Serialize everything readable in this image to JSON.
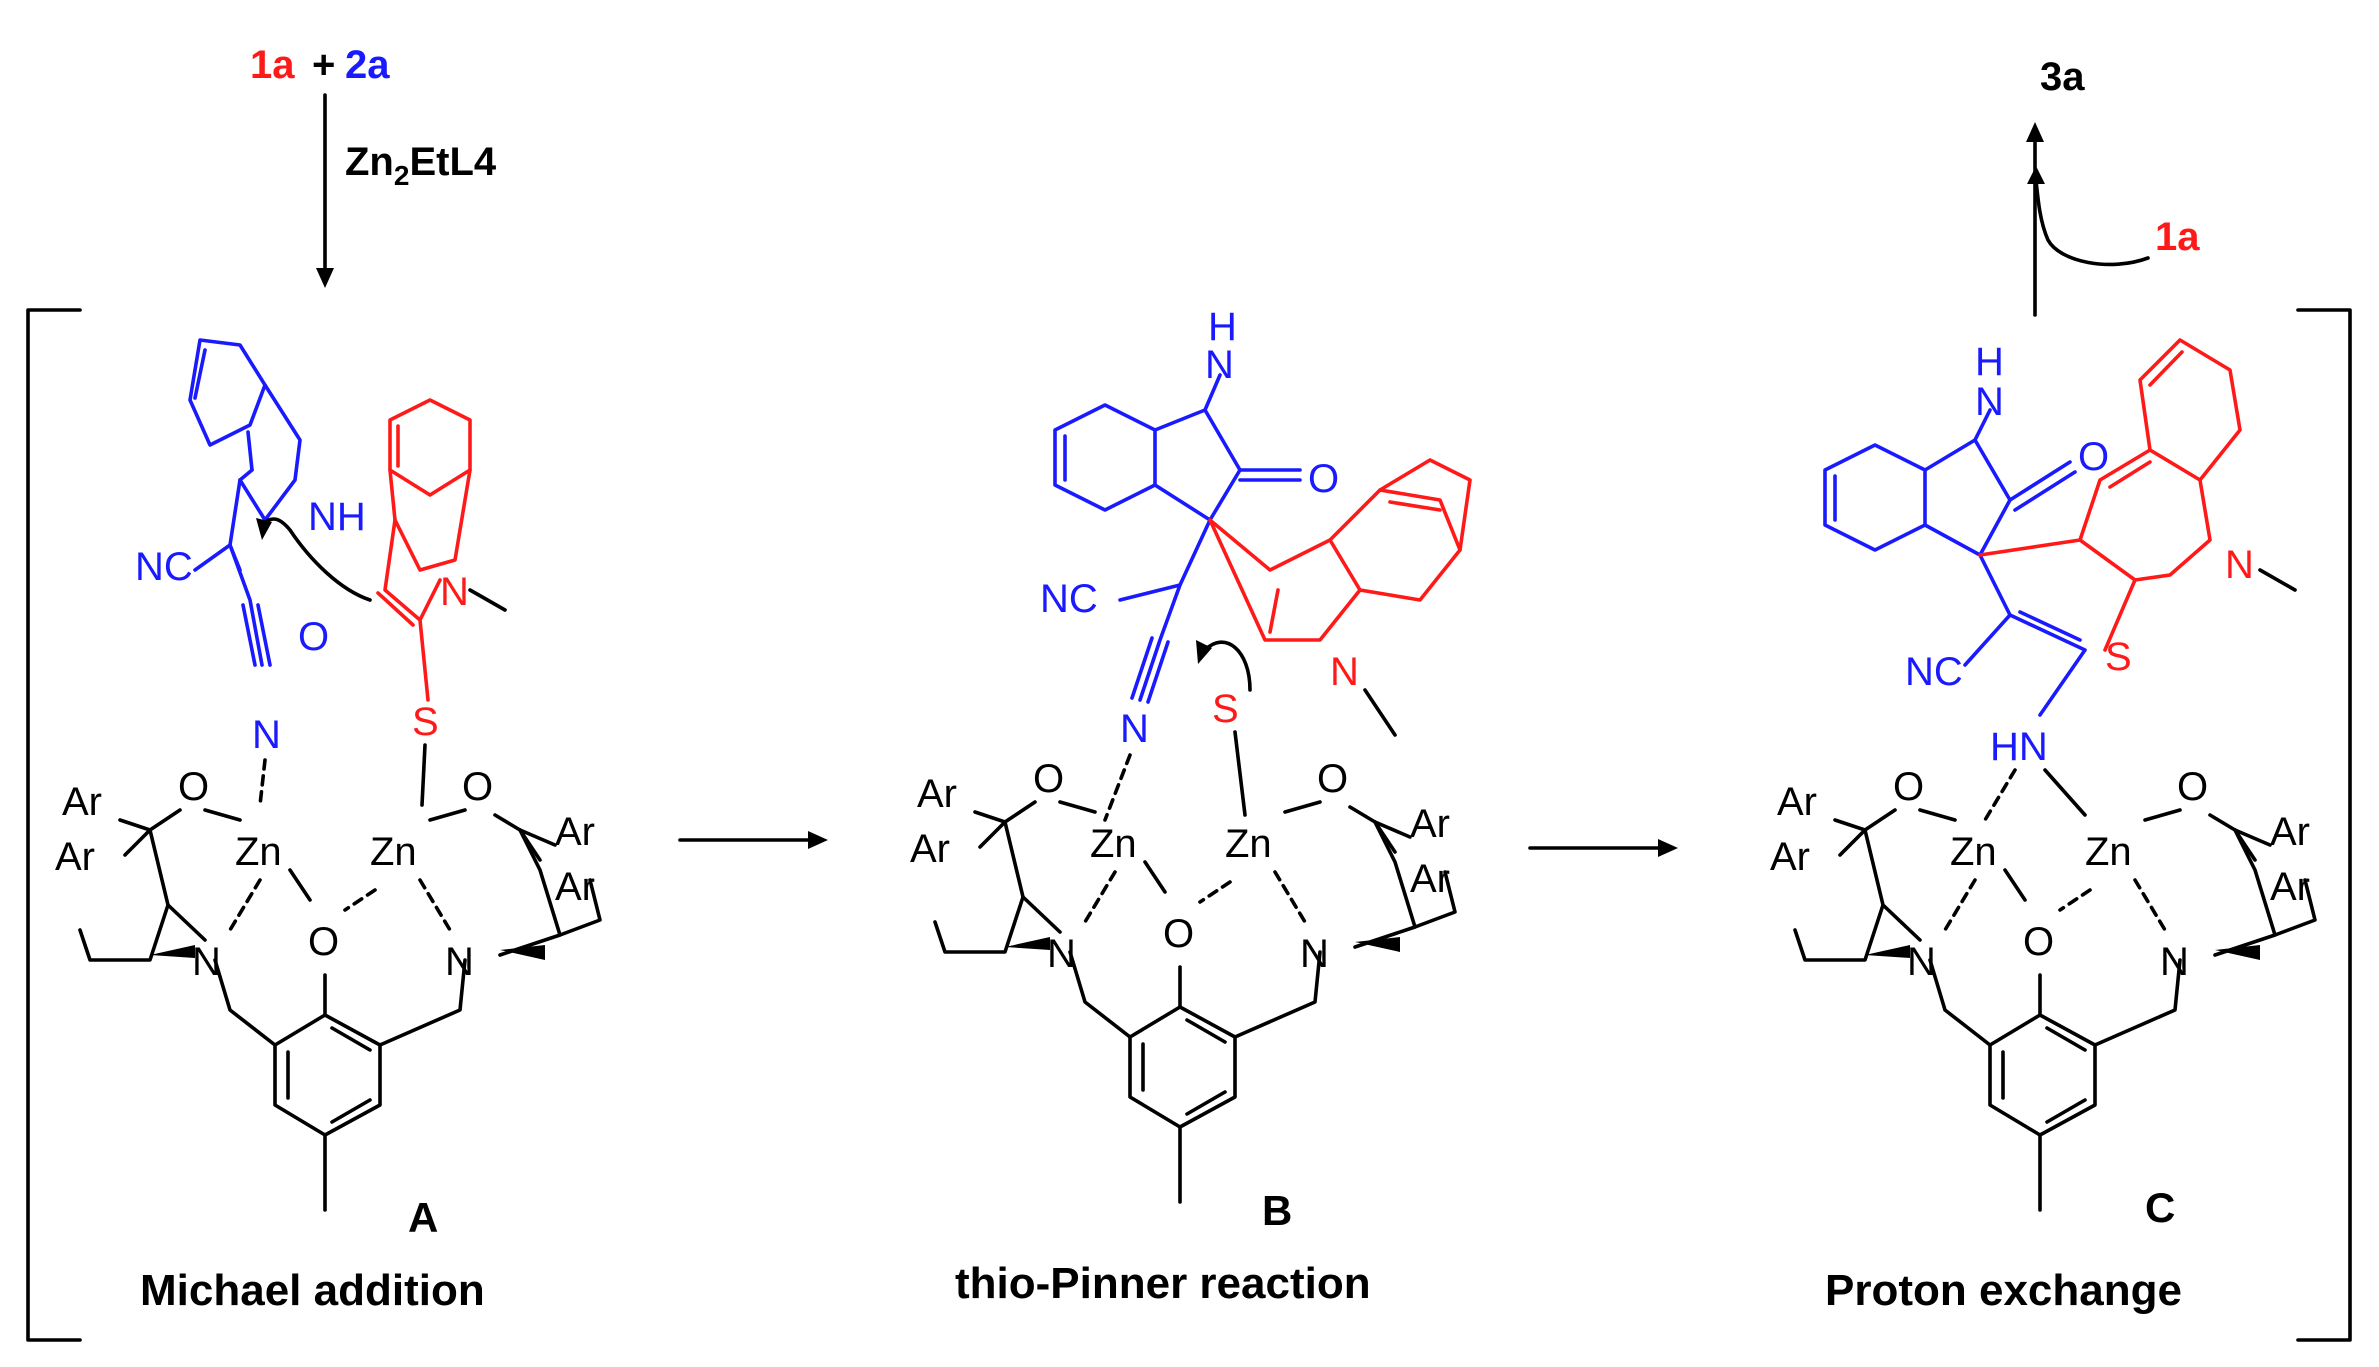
{
  "colors": {
    "blue": "#1a1aff",
    "red": "#ff1a1a",
    "black": "#000000"
  },
  "reagents": {
    "r1": "1a",
    "plus": "+",
    "r2": "2a",
    "catalyst": "Zn",
    "catalyst_sub": "2",
    "catalyst_rest": "EtL4"
  },
  "product": {
    "label": "3a",
    "recycle": "1a"
  },
  "intermediates": [
    {
      "label": "A",
      "caption": "Michael addition"
    },
    {
      "label": "B",
      "caption": "thio-Pinner reaction"
    },
    {
      "label": "C",
      "caption": "Proton exchange"
    }
  ],
  "atoms": {
    "zn": "Zn",
    "o": "O",
    "n": "N",
    "ar": "Ar",
    "s": "S",
    "nh": "NH",
    "hn": "HN",
    "nc": "NC",
    "h": "H"
  }
}
